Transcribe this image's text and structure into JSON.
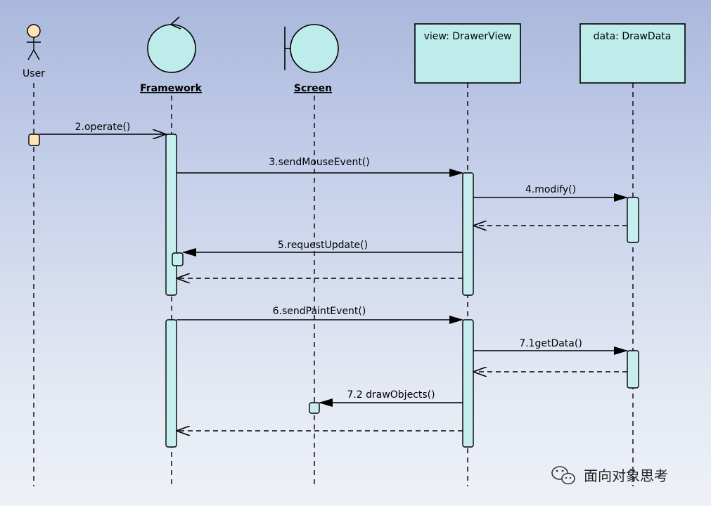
{
  "participants": {
    "user": "User",
    "framework": "Framework",
    "screen": "Screen",
    "drawer_view": "view: DrawerView",
    "draw_data": "data: DrawData"
  },
  "messages": {
    "m2": "2.operate()",
    "m3": "3.sendMouseEvent()",
    "m4": "4.modify()",
    "m5": "5.requestUpdate()",
    "m6": "6.sendPaintEvent()",
    "m71": "7.1getData()",
    "m72": "7.2 drawObjects()"
  },
  "watermark": {
    "text": "面向对象思考",
    "icon": "wechat-icon"
  },
  "colors": {
    "box_fill": "#bdeceb",
    "activation_fill": "#c7eeee",
    "user_fill": "#fde3b5"
  }
}
